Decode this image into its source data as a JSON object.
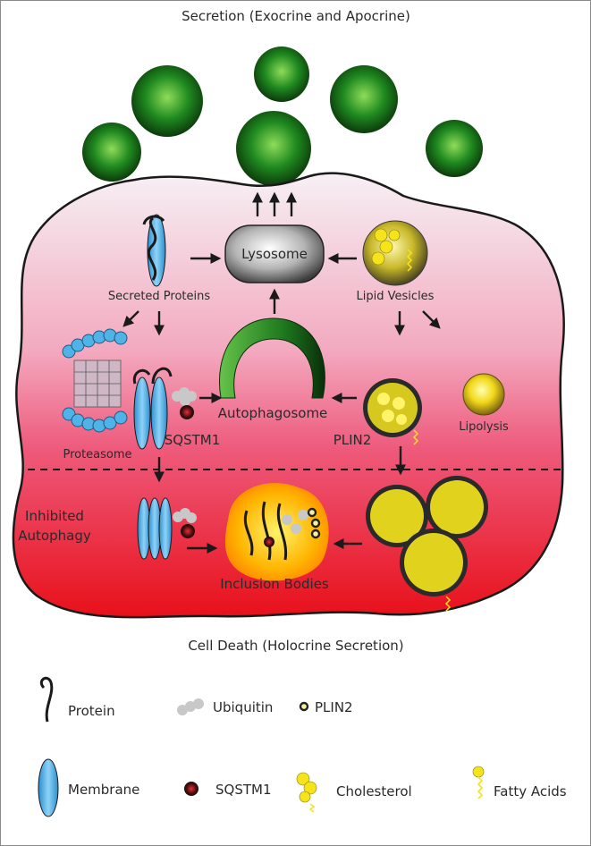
{
  "title_top": "Secretion (Exocrine and  Apocrine)",
  "title_bottom": "Cell Death (Holocrine Secretion)",
  "labels": {
    "lysosome": "Lysosome",
    "secreted_proteins": "Secreted Proteins",
    "lipid_vesicles": "Lipid Vesicles",
    "proteasome": "Proteasome",
    "sqstm1": "SQSTM1",
    "autophagosome": "Autophagosome",
    "plin2": "PLIN2",
    "lipolysis": "Lipolysis",
    "inhibited_autophagy_line1": "Inhibited",
    "inhibited_autophagy_line2": "Autophagy",
    "inclusion_bodies": "Inclusion Bodies"
  },
  "legend": {
    "protein": "Protein",
    "ubiquitin": "Ubiquitin",
    "plin2": "PLIN2",
    "membrane": "Membrane",
    "sqstm1": "SQSTM1",
    "cholesterol": "Cholesterol",
    "fatty_acids": "Fatty Acids"
  },
  "colors": {
    "cell_top": "#f7eef2",
    "cell_mid": "#f08aa6",
    "cell_bottom": "#e8141c",
    "secretion_sphere": "#1e8a1e",
    "membrane": "#4fb3e8",
    "lipid": "#f2e21a",
    "lysosome": "#b8b8b8",
    "autophagosome": "#1f7a1f"
  }
}
